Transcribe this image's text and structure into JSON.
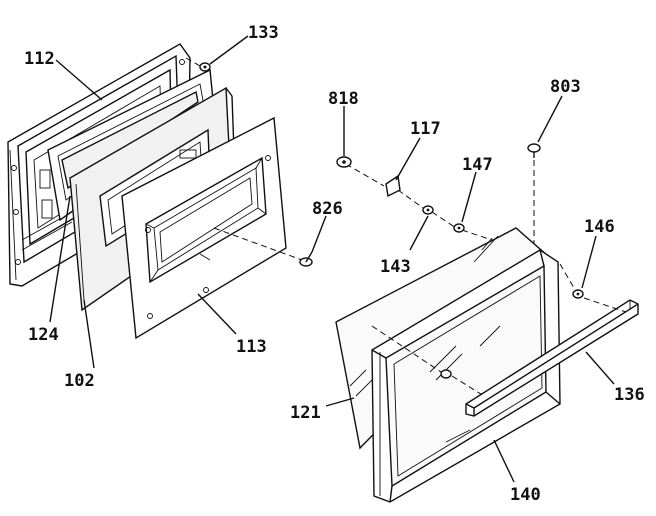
{
  "labels": {
    "p112": "112",
    "p133": "133",
    "p124": "124",
    "p102": "102",
    "p113": "113",
    "p826": "826",
    "p818": "818",
    "p117": "117",
    "p143": "143",
    "p147": "147",
    "p803": "803",
    "p146": "146",
    "p121": "121",
    "p136": "136",
    "p140": "140"
  }
}
